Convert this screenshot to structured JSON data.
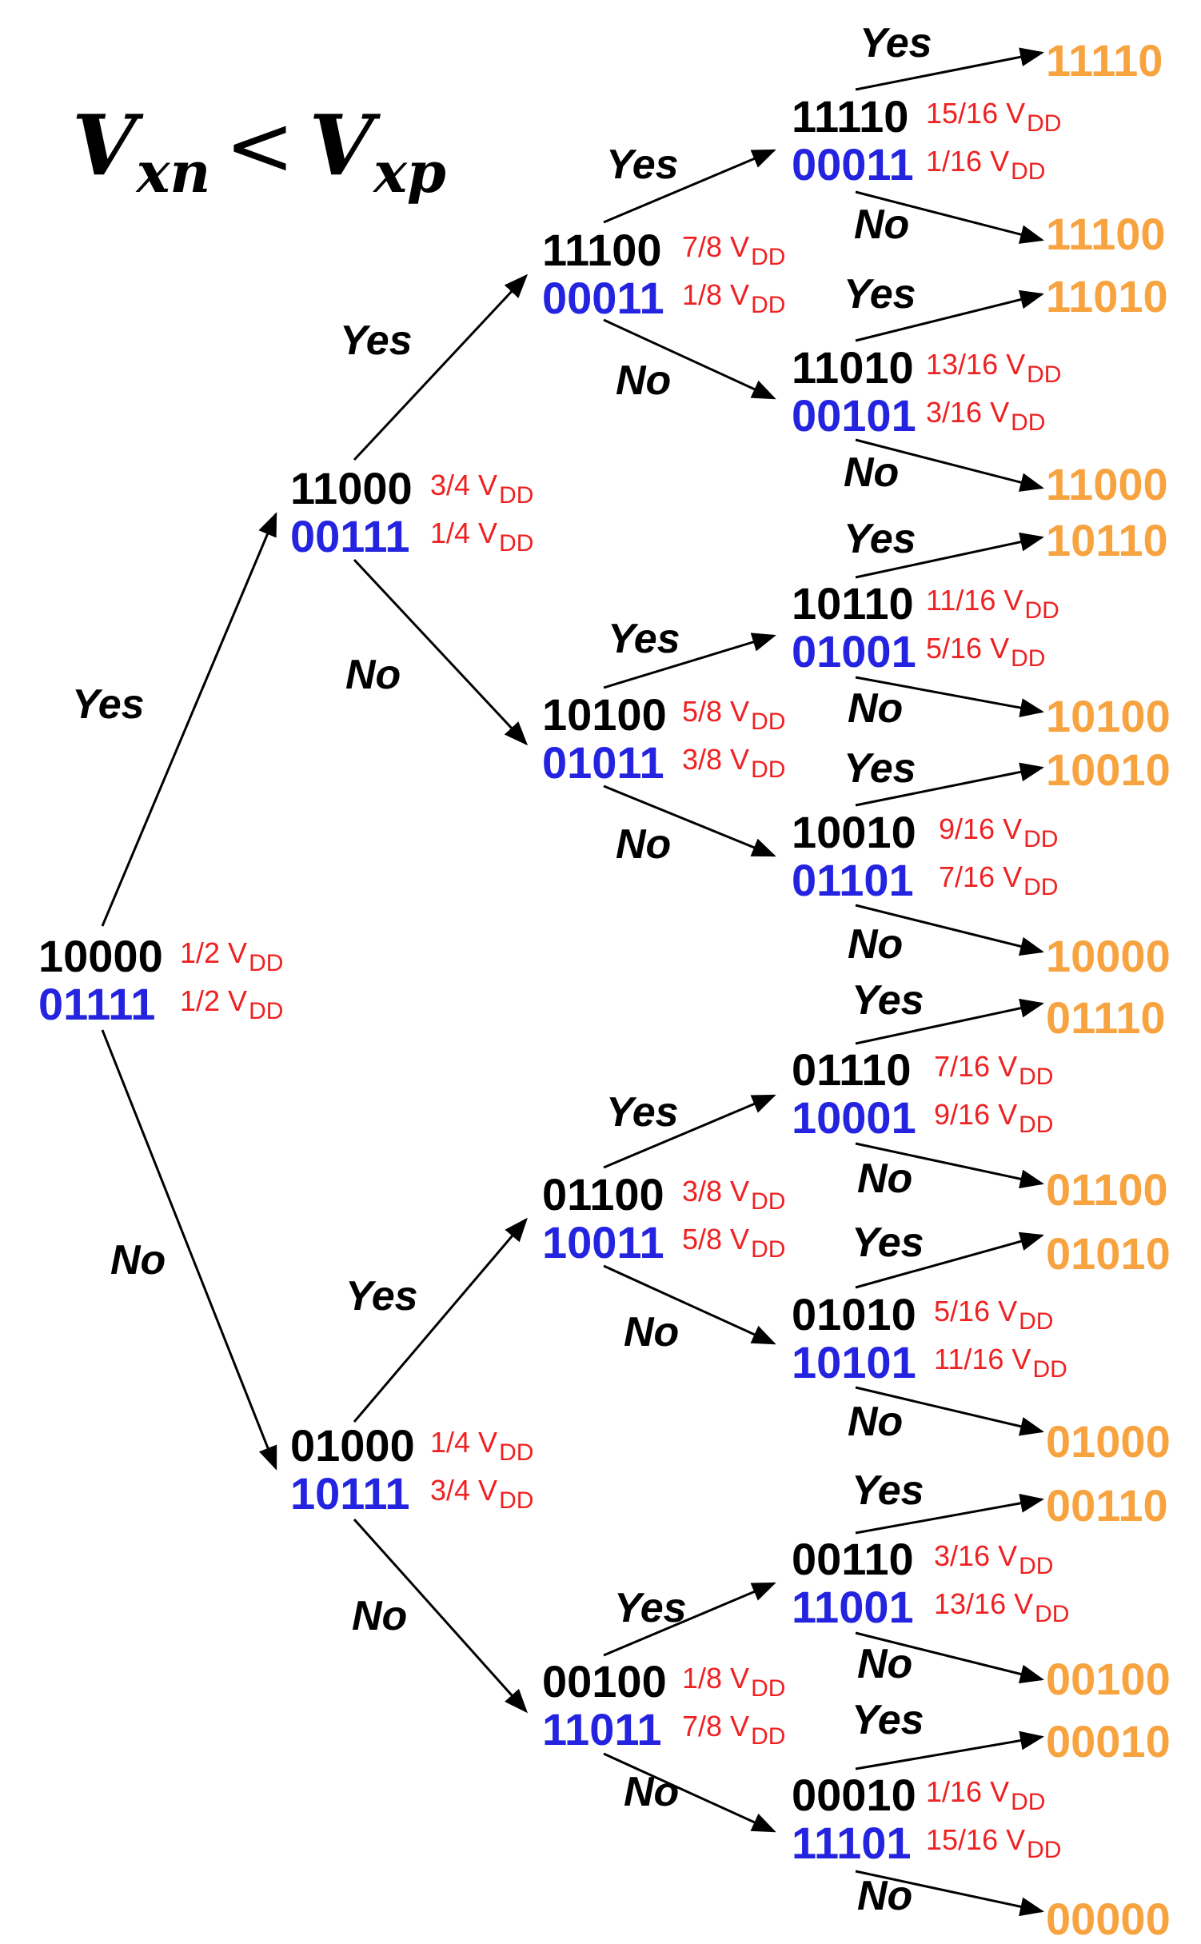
{
  "title": {
    "base": "V",
    "sub1": "xn",
    "op": "<",
    "sub2": "xp"
  },
  "colors": {
    "top_code": "#000000",
    "bottom_code": "#2323e0",
    "voltage": "#ee2222",
    "leaf": "#f7a340",
    "arrow": "#000000"
  },
  "vdd_label": {
    "prefix": "V",
    "sub": "DD"
  },
  "nodes": [
    {
      "id": "n1",
      "top": "10000",
      "bottom": "01111",
      "v_top": "1/2",
      "v_bottom": "1/2"
    },
    {
      "id": "n2",
      "top": "11000",
      "bottom": "00111",
      "v_top": "3/4",
      "v_bottom": "1/4"
    },
    {
      "id": "n3",
      "top": "01000",
      "bottom": "10111",
      "v_top": "1/4",
      "v_bottom": "3/4"
    },
    {
      "id": "n4",
      "top": "11100",
      "bottom": "00011",
      "v_top": "7/8",
      "v_bottom": "1/8"
    },
    {
      "id": "n5",
      "top": "10100",
      "bottom": "01011",
      "v_top": "5/8",
      "v_bottom": "3/8"
    },
    {
      "id": "n6",
      "top": "01100",
      "bottom": "10011",
      "v_top": "3/8",
      "v_bottom": "5/8"
    },
    {
      "id": "n7",
      "top": "00100",
      "bottom": "11011",
      "v_top": "1/8",
      "v_bottom": "7/8"
    },
    {
      "id": "n8",
      "top": "11110",
      "bottom": "00011",
      "v_top": "15/16",
      "v_bottom": "1/16"
    },
    {
      "id": "n9",
      "top": "11010",
      "bottom": "00101",
      "v_top": "13/16",
      "v_bottom": "3/16"
    },
    {
      "id": "n10",
      "top": "10110",
      "bottom": "01001",
      "v_top": "11/16",
      "v_bottom": "5/16"
    },
    {
      "id": "n11",
      "top": "10010",
      "bottom": "01101",
      "v_top": "9/16",
      "v_bottom": "7/16"
    },
    {
      "id": "n12",
      "top": "01110",
      "bottom": "10001",
      "v_top": "7/16",
      "v_bottom": "9/16"
    },
    {
      "id": "n13",
      "top": "01010",
      "bottom": "10101",
      "v_top": "5/16",
      "v_bottom": "11/16"
    },
    {
      "id": "n14",
      "top": "00110",
      "bottom": "11001",
      "v_top": "3/16",
      "v_bottom": "13/16"
    },
    {
      "id": "n15",
      "top": "00010",
      "bottom": "11101",
      "v_top": "1/16",
      "v_bottom": "15/16"
    }
  ],
  "leaves": [
    "11110",
    "11100",
    "11010",
    "11000",
    "10110",
    "10100",
    "10010",
    "10000",
    "01110",
    "01100",
    "01010",
    "01000",
    "00110",
    "00100",
    "00010",
    "00000"
  ],
  "edge_labels": {
    "yes": "Yes",
    "no": "No"
  }
}
